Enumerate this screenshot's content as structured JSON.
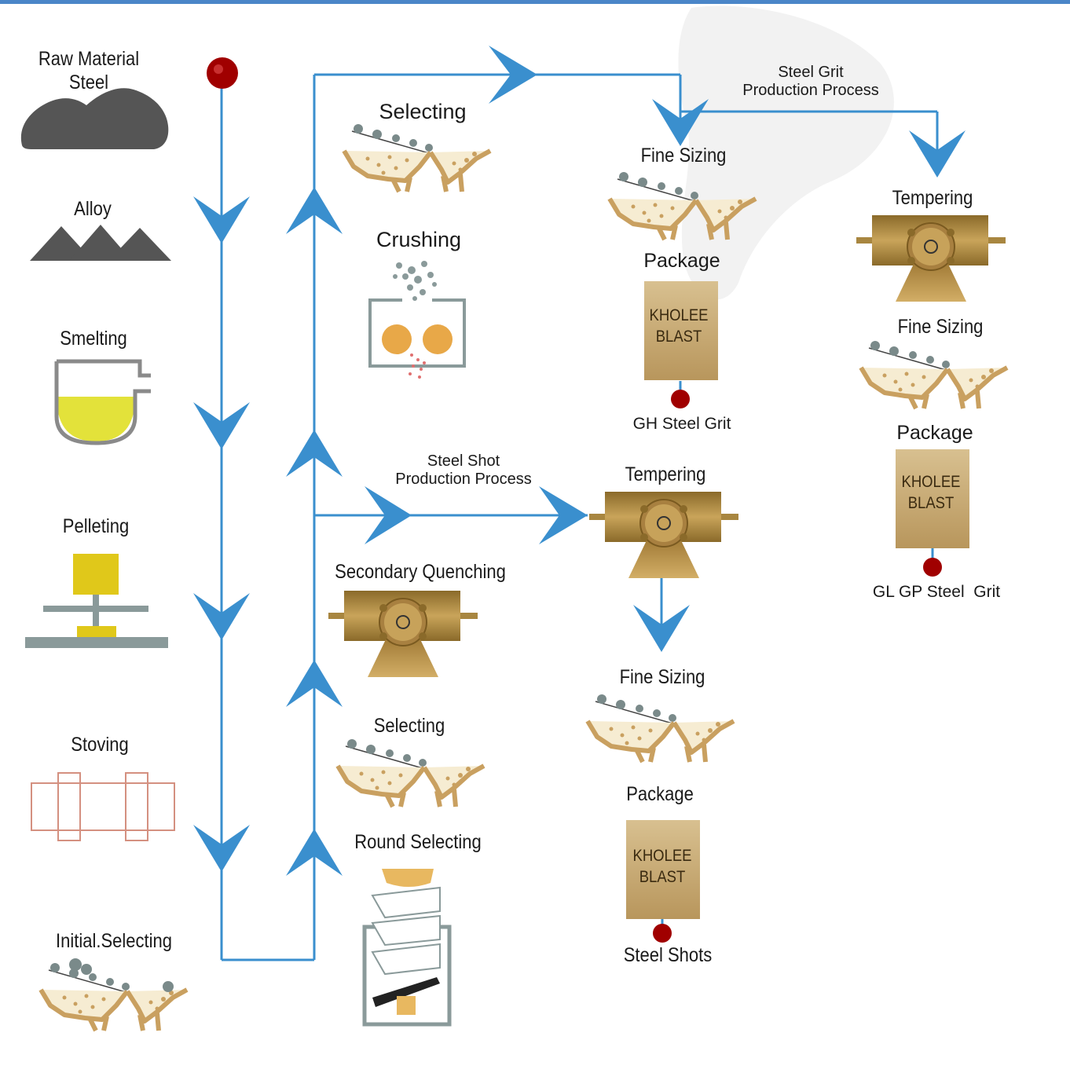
{
  "left_column": {
    "raw_material": "Raw Material\nSteel",
    "raw_material_line1": "Raw Material",
    "raw_material_line2": "Steel",
    "alloy": "Alloy",
    "smelting": "Smelting",
    "pelleting": "Pelleting",
    "stoving": "Stoving",
    "initial_selecting": "Initial.Selecting"
  },
  "middle_column": {
    "selecting_top": "Selecting",
    "crushing": "Crushing",
    "secondary_quenching": "Secondary Quenching",
    "selecting_bottom": "Selecting",
    "round_selecting": "Round Selecting",
    "shot_process_line1": "Steel Shot",
    "shot_process_line2": "Production Process"
  },
  "grit_gh_branch": {
    "fine_sizing": "Fine Sizing",
    "package": "Package",
    "bag_line1": "KHOLEE",
    "bag_line2": "BLAST",
    "product": "GH Steel Grit"
  },
  "grit_glgp_branch": {
    "process_line1": "Steel Grit",
    "process_line2": "Production Process",
    "tempering": "Tempering",
    "fine_sizing": "Fine Sizing",
    "package": "Package",
    "bag_line1": "KHOLEE",
    "bag_line2": "BLAST",
    "product": "GL GP Steel  Grit"
  },
  "shot_branch": {
    "tempering": "Tempering",
    "fine_sizing": "Fine Sizing",
    "package": "Package",
    "bag_line1": "KHOLEE",
    "bag_line2": "BLAST",
    "product": "Steel Shots"
  },
  "colors": {
    "flow_line": "#3a8fce",
    "start_dot": "#a00000",
    "machine": "#b9924a",
    "bag": "#c9ac78",
    "ore": "#555555",
    "smelt_liquid": "#e3e23a"
  }
}
